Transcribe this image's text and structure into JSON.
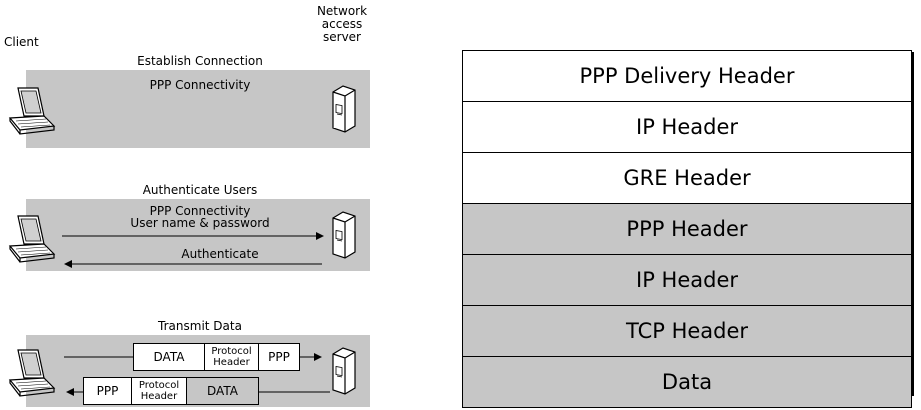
{
  "labels": {
    "client": "Client",
    "server": "Network\naccess\nserver"
  },
  "sections": {
    "establish": {
      "title": "Establish Connection",
      "line1": "PPP Connectivity"
    },
    "authenticate": {
      "title": "Authenticate Users",
      "line1": "PPP Connectivity",
      "line2": "User name & password",
      "reply": "Authenticate"
    },
    "transmit": {
      "title": "Transmit Data",
      "out": {
        "data": "DATA",
        "proto": "Protocol\nHeader",
        "ppp": "PPP"
      },
      "in": {
        "ppp": "PPP",
        "proto": "Protocol\nHeader",
        "data": "DATA"
      }
    }
  },
  "stack": [
    {
      "label": "PPP Delivery Header",
      "shade": "white"
    },
    {
      "label": "IP Header",
      "shade": "white"
    },
    {
      "label": "GRE Header",
      "shade": "white"
    },
    {
      "label": "PPP Header",
      "shade": "gray"
    },
    {
      "label": "IP Header",
      "shade": "gray"
    },
    {
      "label": "TCP Header",
      "shade": "gray"
    },
    {
      "label": "Data",
      "shade": "gray"
    }
  ]
}
